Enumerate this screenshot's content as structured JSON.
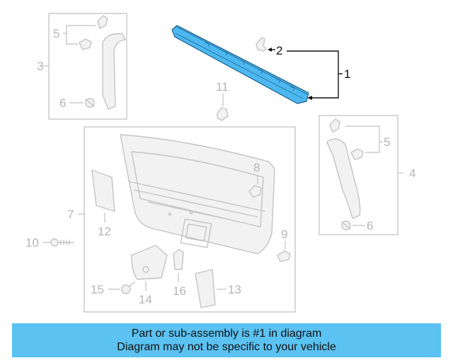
{
  "callouts": {
    "c1": "1",
    "c2": "2",
    "c3": "3",
    "c4": "4",
    "c5a": "5",
    "c5b": "5",
    "c6a": "6",
    "c6b": "6",
    "c7": "7",
    "c8": "8",
    "c9": "9",
    "c10": "10",
    "c11": "11",
    "c12": "12",
    "c13": "13",
    "c14": "14",
    "c15": "15",
    "c16": "16"
  },
  "colors": {
    "highlight_part": "#4db8f0",
    "banner": "#5bc2f2",
    "line_art": "#c4c4c4"
  },
  "banner": {
    "line1": "Part or sub-assembly is #1 in diagram",
    "line2": "Diagram may not be specific to your vehicle"
  }
}
